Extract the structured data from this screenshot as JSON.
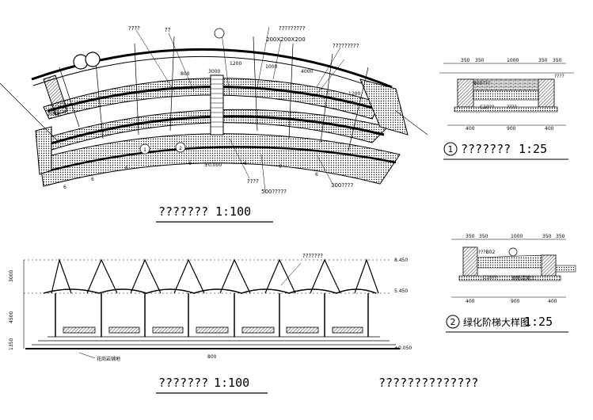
{
  "plan": {
    "title": "???????",
    "scale": "1:100",
    "callouts": [
      "????",
      "??",
      "?????????",
      "200X200X200",
      "?????????",
      "????",
      "500?????",
      "300????"
    ],
    "circle_marks": [
      "1",
      "2"
    ],
    "dims": [
      "1200",
      "1000",
      "3000",
      "4000",
      "800",
      "3000",
      "1200",
      "±0.000",
      "6",
      "6",
      "6",
      "6",
      "6",
      "6",
      "6"
    ]
  },
  "elevation": {
    "title": "???????",
    "scale": "1:100",
    "callout": "???????",
    "note": "花岗岩铺地",
    "levels": [
      "8.450",
      "5.450",
      "±0.050"
    ],
    "left_dims": [
      "3000",
      "4500",
      "1350"
    ],
    "bottom_dim": "800"
  },
  "detail1": {
    "number": "1",
    "title": "???????",
    "scale": "1:25",
    "top_dims": [
      "350",
      "350",
      "1000",
      "350",
      "350"
    ],
    "bottom_dims": [
      "400",
      "900",
      "400"
    ],
    "labels": [
      "800???",
      "????",
      "C10??",
      "????"
    ]
  },
  "detail2": {
    "number": "2",
    "title": "绿化阶梯大样图",
    "scale": "1:25",
    "top_dims": [
      "350",
      "350",
      "1000",
      "350",
      "350"
    ],
    "bottom_dims": [
      "400",
      "900",
      "400"
    ],
    "labels": [
      "???B02",
      "C10??",
      "钢筋混凝土"
    ]
  },
  "footer_title": "??????????????"
}
